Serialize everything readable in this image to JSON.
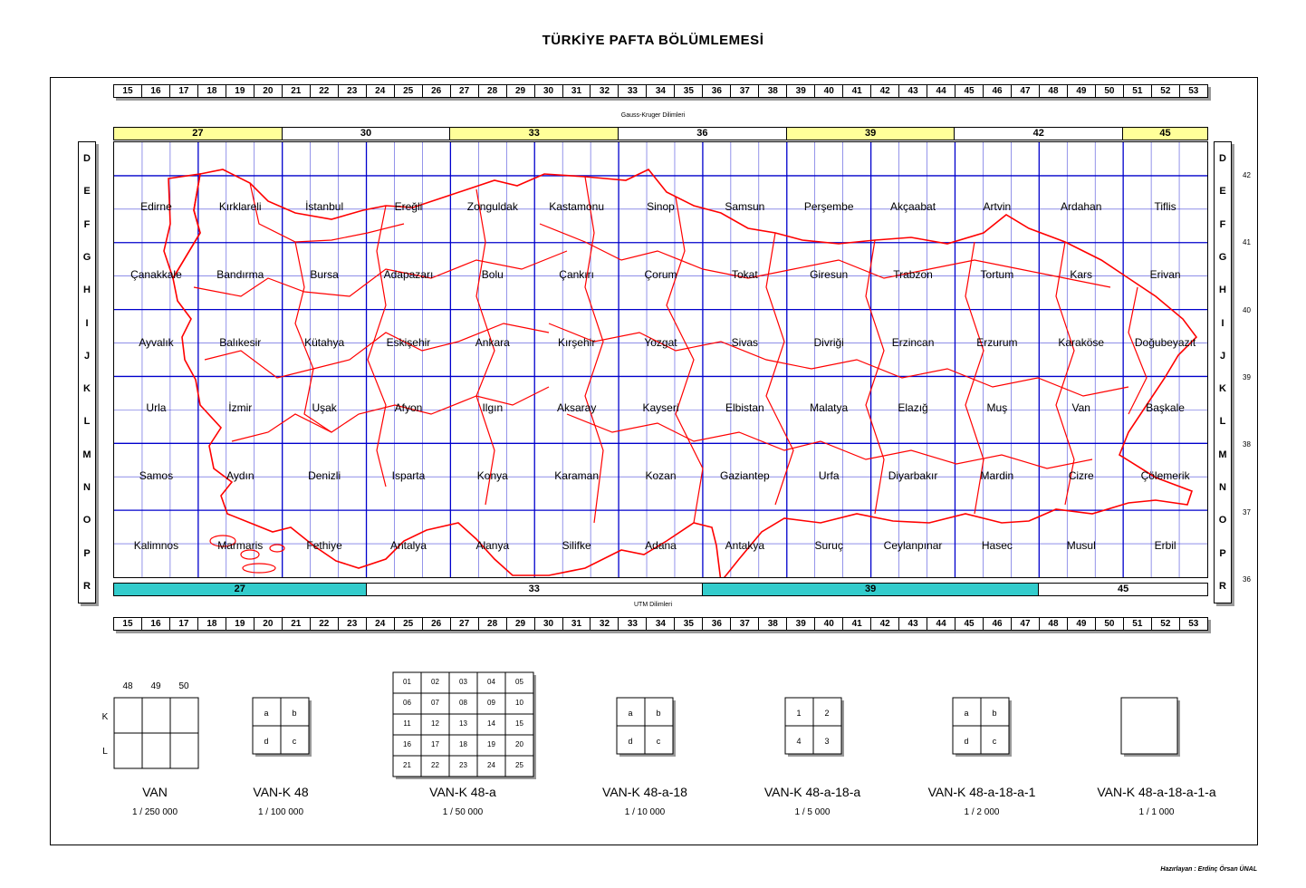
{
  "title": "TÜRKİYE PAFTA BÖLÜMLEMESİ",
  "top_numbers": [
    "15",
    "16",
    "17",
    "18",
    "19",
    "20",
    "21",
    "22",
    "23",
    "24",
    "25",
    "26",
    "27",
    "28",
    "29",
    "30",
    "31",
    "32",
    "33",
    "34",
    "35",
    "36",
    "37",
    "38",
    "39",
    "40",
    "41",
    "42",
    "43",
    "44",
    "45",
    "46",
    "47",
    "48",
    "49",
    "50",
    "51",
    "52",
    "53"
  ],
  "gauss_label": "Gauss-Kruger Dilimleri",
  "gauss_zones": [
    {
      "label": "27",
      "span": 6,
      "color": "#ffff99"
    },
    {
      "label": "30",
      "span": 6,
      "color": "#ffffff"
    },
    {
      "label": "33",
      "span": 6,
      "color": "#ffff99"
    },
    {
      "label": "36",
      "span": 6,
      "color": "#ffffff"
    },
    {
      "label": "39",
      "span": 6,
      "color": "#ffff99"
    },
    {
      "label": "42",
      "span": 6,
      "color": "#ffffff"
    },
    {
      "label": "45",
      "span": 3,
      "color": "#ffff99"
    }
  ],
  "utm_label": "UTM Dilimleri",
  "utm_zones": [
    {
      "label": "27",
      "span": 9,
      "color": "#33cccc"
    },
    {
      "label": "33",
      "span": 12,
      "color": "#ffffff"
    },
    {
      "label": "39",
      "span": 12,
      "color": "#33cccc"
    },
    {
      "label": "45",
      "span": 6,
      "color": "#ffffff"
    }
  ],
  "rows": [
    "D",
    "E",
    "F",
    "G",
    "H",
    "I",
    "J",
    "K",
    "L",
    "M",
    "N",
    "O",
    "P",
    "R"
  ],
  "lat_labels": [
    "42",
    "41",
    "40",
    "39",
    "38",
    "37",
    "36"
  ],
  "grid_color": "#0000cc",
  "border_color": "#ff0000",
  "cities": [
    [
      "Edirne",
      "Kırklareli",
      "İstanbul",
      "Ereğli",
      "Zonguldak",
      "Kastamonu",
      "Sinop",
      "Samsun",
      "Perşembe",
      "Akçaabat",
      "Artvin",
      "Ardahan",
      "Tiflis"
    ],
    [
      "Çanakkale",
      "Bandırma",
      "Bursa",
      "Adapazarı",
      "Bolu",
      "Çankırı",
      "Çorum",
      "Tokat",
      "Giresun",
      "Trabzon",
      "Tortum",
      "Kars",
      "Erivan"
    ],
    [
      "Ayvalık",
      "Balıkesir",
      "Kütahya",
      "Eskişehir",
      "Ankara",
      "Kırşehir",
      "Yozgat",
      "Sivas",
      "Divriği",
      "Erzincan",
      "Erzurum",
      "Karaköse",
      "Doğubeyazıt"
    ],
    [
      "Urla",
      "İzmir",
      "Uşak",
      "Afyon",
      "Ilgın",
      "Aksaray",
      "Kayseri",
      "Elbistan",
      "Malatya",
      "Elazığ",
      "Muş",
      "Van",
      "Başkale"
    ],
    [
      "Samos",
      "Aydın",
      "Denizli",
      "Isparta",
      "Konya",
      "Karaman",
      "Kozan",
      "Gaziantep",
      "Urfa",
      "Diyarbakır",
      "Mardin",
      "Cizre",
      "Çölemerik"
    ],
    [
      "Kalimnos",
      "Marmaris",
      "Fethiye",
      "Antalya",
      "Alanya",
      "Silifke",
      "Adana",
      "Antakya",
      "Suruç",
      "Ceylanpınar",
      "Hasec",
      "Musul",
      "Erbil"
    ]
  ],
  "legend": {
    "van": {
      "cols": [
        "48",
        "49",
        "50"
      ],
      "rows": [
        "K",
        "L"
      ],
      "name": "VAN",
      "scale": "1 / 250 000"
    },
    "vank48": {
      "cells": [
        "a",
        "b",
        "d",
        "c"
      ],
      "name": "VAN-K 48",
      "scale": "1 / 100 000"
    },
    "vank48a": {
      "cells": [
        "01",
        "02",
        "03",
        "04",
        "05",
        "06",
        "07",
        "08",
        "09",
        "10",
        "11",
        "12",
        "13",
        "14",
        "15",
        "16",
        "17",
        "18",
        "19",
        "20",
        "21",
        "22",
        "23",
        "24",
        "25"
      ],
      "name": "VAN-K 48-a",
      "scale": "1 / 50 000"
    },
    "vank48a18": {
      "cells": [
        "a",
        "b",
        "d",
        "c"
      ],
      "name": "VAN-K 48-a-18",
      "scale": "1 / 10 000"
    },
    "vank48a18a": {
      "cells": [
        "1",
        "2",
        "4",
        "3"
      ],
      "name": "VAN-K 48-a-18-a",
      "scale": "1 / 5 000"
    },
    "vank48a18a1": {
      "cells": [
        "a",
        "b",
        "d",
        "c"
      ],
      "name": "VAN-K 48-a-18-a-1",
      "scale": "1 / 2 000"
    },
    "vank48a18a1a": {
      "name": "VAN-K 48-a-18-a-1-a",
      "scale": "1 / 1 000"
    }
  },
  "credit": "Hazırlayan : Erdinç Örsan ÜNAL"
}
